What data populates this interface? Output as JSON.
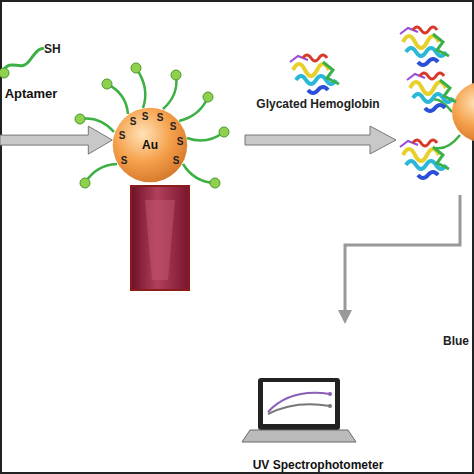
{
  "diagram": {
    "nodes": [
      {
        "text": [
          "Aptamer"
        ]
      },
      {
        "text": [
          "Au"
        ]
      },
      {
        "text": [
          "UV Spectrophotometer"
        ]
      }
    ],
    "edges": [
      {
        "from": 0,
        "to": 1,
        "arrow": "to"
      }
    ],
    "labels": [
      "SH",
      "S",
      "S",
      "S",
      "S",
      "S",
      "S",
      "S",
      "S",
      "Glycated Hemoglobin",
      "Blue"
    ]
  }
}
